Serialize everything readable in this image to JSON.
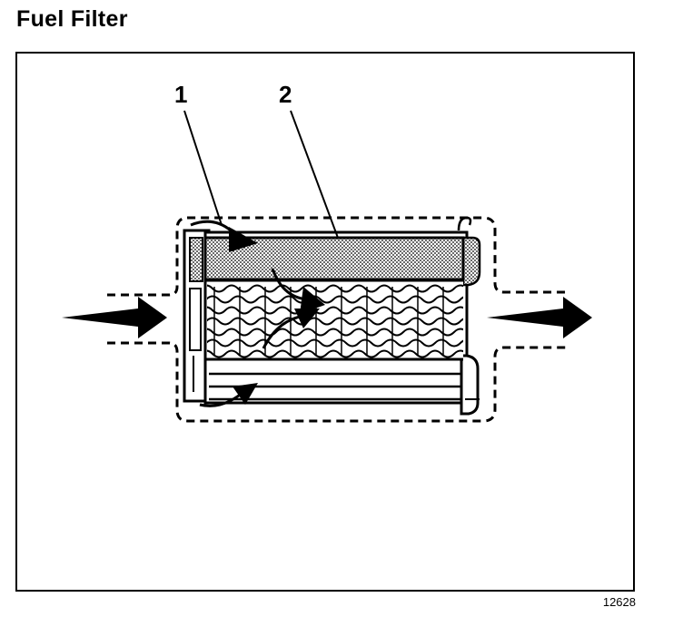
{
  "title": "Fuel Filter",
  "figure_number": "12628",
  "callouts": [
    {
      "number": "1"
    },
    {
      "number": "2"
    }
  ]
}
